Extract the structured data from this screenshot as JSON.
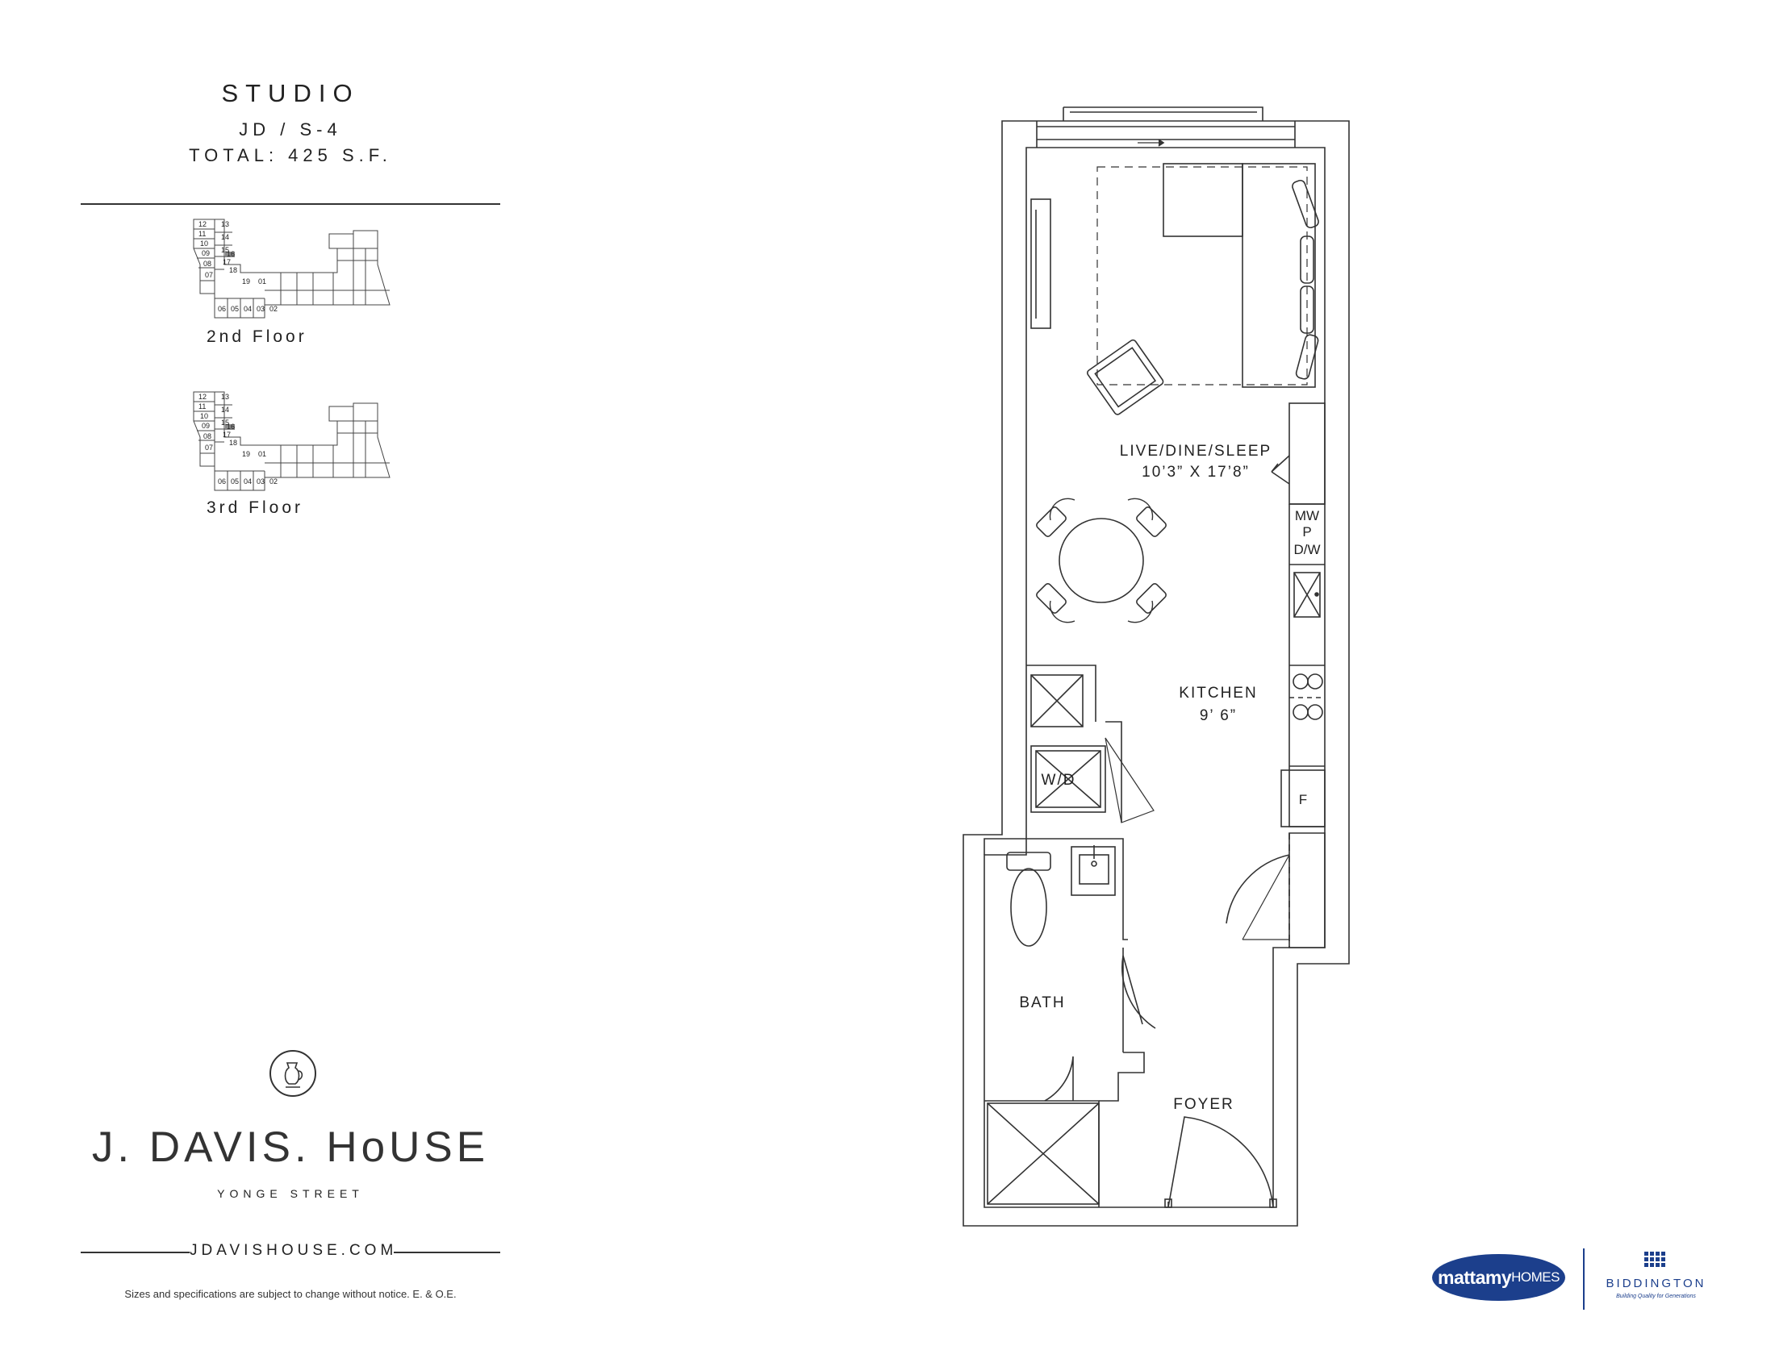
{
  "unit": {
    "type": "STUDIO",
    "code": "JD / S-4",
    "total": "TOTAL: 425 S.F."
  },
  "key_plans": [
    {
      "label": "2nd Floor",
      "units": [
        "12",
        "13",
        "11",
        "14",
        "10",
        "15",
        "09",
        "16",
        "08",
        "17",
        "07",
        "18",
        "19",
        "01",
        "06",
        "05",
        "04",
        "03",
        "02"
      ]
    },
    {
      "label": "3rd Floor",
      "units": [
        "12",
        "13",
        "11",
        "14",
        "10",
        "15",
        "09",
        "16",
        "08",
        "17",
        "07",
        "18",
        "19",
        "01",
        "06",
        "05",
        "04",
        "03",
        "02"
      ]
    }
  ],
  "brand": {
    "name": "J. DAVIS. HoUSE",
    "tagline": "YONGE STREET",
    "website": "JDAVISHOUSE.COM"
  },
  "disclaimer": "Sizes and specifications are subject to change without notice.  E. & O.E.",
  "rooms": {
    "live_name": "LIVE/DINE/SLEEP",
    "live_dim": "10’3” X 17’8”",
    "kitchen_name": "KITCHEN",
    "kitchen_dim": "9’ 6”",
    "bath": "BATH",
    "foyer": "FOYER",
    "wd": "W/D",
    "mw": "MW",
    "p": "P",
    "dw": "D/W",
    "f": "F"
  },
  "logos": {
    "mattamy_main": "mattamy",
    "mattamy_sub": "HOMES",
    "biddington": "BIDDINGTON",
    "biddington_tag": "Building Quality for Generations"
  }
}
